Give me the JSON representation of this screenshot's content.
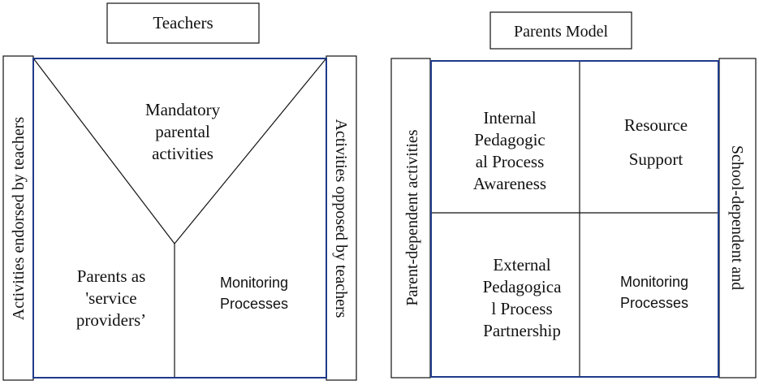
{
  "colors": {
    "box_border": "#1f3a8a",
    "outline": "#111111",
    "background": "#ffffff"
  },
  "left_model": {
    "title": "Teachers",
    "left_side_label": "Activities endorsed by teachers",
    "right_side_label": "Activities opposed by teachers",
    "top_region": [
      "Mandatory",
      "parental",
      "activities"
    ],
    "bottom_left_region": [
      "Parents as",
      "'service",
      "providers’"
    ],
    "bottom_right_region": [
      "Monitoring",
      "Processes"
    ]
  },
  "right_model": {
    "title": "Parents Model",
    "left_side_label": "Parent-dependent activities",
    "right_side_label": "School-dependent and",
    "quadrants": {
      "top_left": [
        "Internal",
        "Pedagogic",
        "al Process",
        "Awareness"
      ],
      "top_right": [
        "Resource",
        "Support"
      ],
      "bottom_left": [
        "External",
        "Pedagogica",
        "l Process",
        "Partnership"
      ],
      "bottom_right": [
        "Monitoring",
        "Processes"
      ]
    }
  }
}
